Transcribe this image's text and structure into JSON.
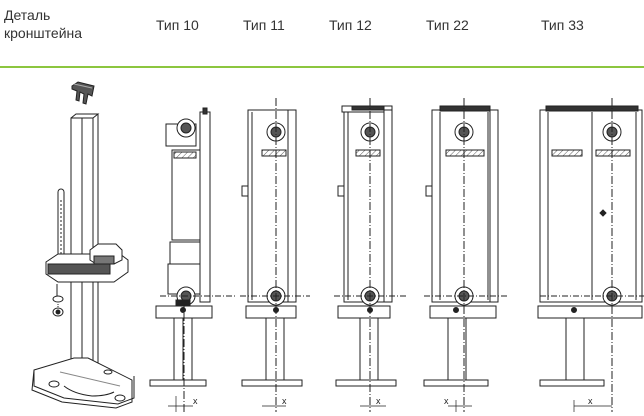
{
  "header": {
    "detail_line1": "Деталь",
    "detail_line2": "кронштейна",
    "types": [
      "Тип 10",
      "Тип 11",
      "Тип 12",
      "Тип 22",
      "Тип 33"
    ]
  },
  "colors": {
    "accent": "#8cc63f",
    "ink": "#222222"
  },
  "dimension_label": "x"
}
